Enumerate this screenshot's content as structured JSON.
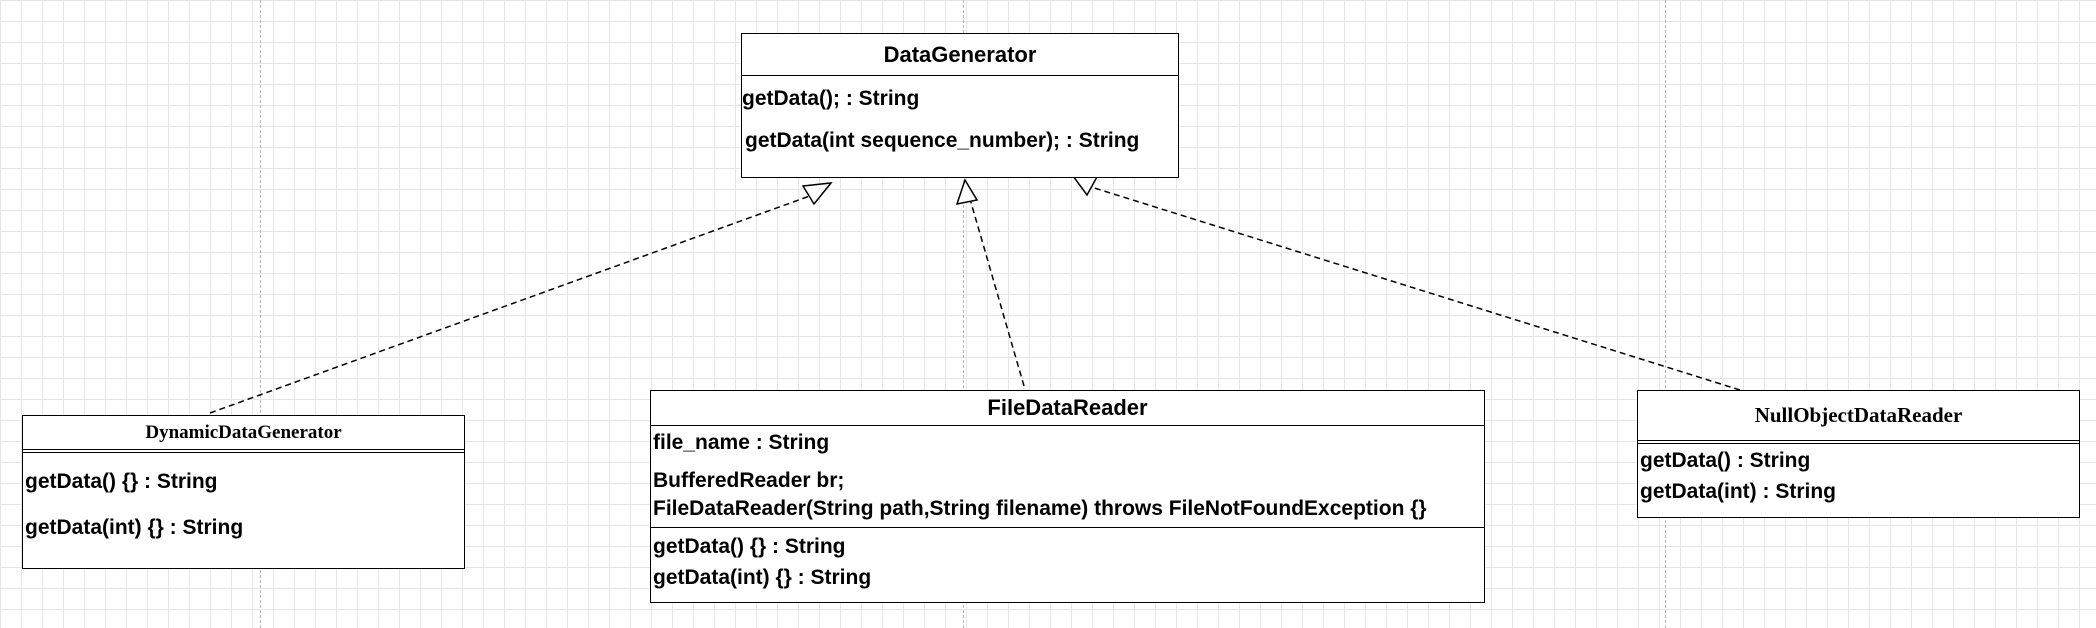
{
  "classes": {
    "data_generator": {
      "name": "DataGenerator",
      "operations": [
        "getData(); :  String",
        "getData(int sequence_number); : String"
      ]
    },
    "dynamic_data_generator": {
      "name": "DynamicDataGenerator",
      "operations": [
        "getData() {} : String",
        "getData(int) {} : String"
      ]
    },
    "file_data_reader": {
      "name": "FileDataReader",
      "attributes": [
        "file_name : String",
        "BufferedReader br;",
        "FileDataReader(String path,String filename) throws FileNotFoundException {}"
      ],
      "operations": [
        "getData() {} : String",
        "getData(int) {} : String"
      ]
    },
    "null_object_data_reader": {
      "name": "NullObjectDataReader",
      "operations": [
        "getData() : String",
        "getData(int) : String"
      ]
    }
  },
  "relations": [
    {
      "type": "realization",
      "from": "DynamicDataGenerator",
      "to": "DataGenerator"
    },
    {
      "type": "realization",
      "from": "FileDataReader",
      "to": "DataGenerator"
    },
    {
      "type": "realization",
      "from": "NullObjectDataReader",
      "to": "DataGenerator"
    }
  ]
}
